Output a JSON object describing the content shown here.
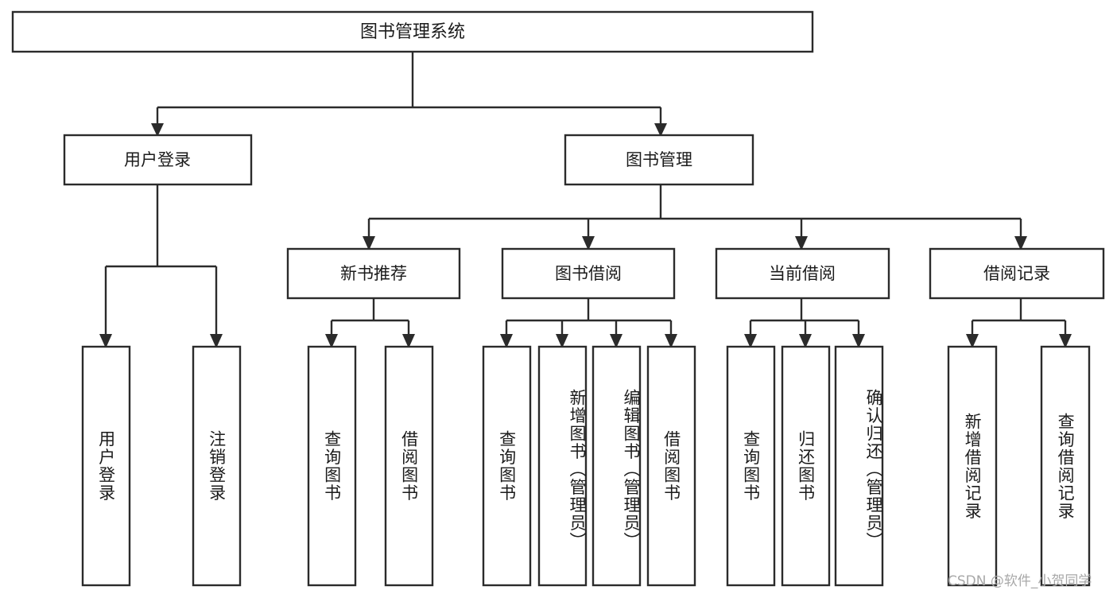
{
  "diagram": {
    "type": "tree",
    "title": "图书管理系统",
    "root": {
      "id": "root",
      "label": "图书管理系统",
      "orientation": "horizontal"
    },
    "level2": [
      {
        "id": "user-login",
        "label": "用户登录",
        "orientation": "horizontal"
      },
      {
        "id": "book-management",
        "label": "图书管理",
        "orientation": "horizontal"
      }
    ],
    "level3": [
      {
        "id": "new-book-recommend",
        "label": "新书推荐",
        "orientation": "horizontal",
        "parent": "book-management"
      },
      {
        "id": "book-borrow",
        "label": "图书借阅",
        "orientation": "horizontal",
        "parent": "book-management"
      },
      {
        "id": "current-borrow",
        "label": "当前借阅",
        "orientation": "horizontal",
        "parent": "book-management"
      },
      {
        "id": "borrow-record",
        "label": "借阅记录",
        "orientation": "horizontal",
        "parent": "book-management"
      }
    ],
    "leaves": [
      {
        "id": "leaf-user-login",
        "label": "用户登录",
        "orientation": "vertical",
        "parent": "user-login"
      },
      {
        "id": "leaf-logout",
        "label": "注销登录",
        "orientation": "vertical",
        "parent": "user-login"
      },
      {
        "id": "leaf-query-book-1",
        "label": "查询图书",
        "orientation": "vertical",
        "parent": "new-book-recommend"
      },
      {
        "id": "leaf-borrow-book-1",
        "label": "借阅图书",
        "orientation": "vertical",
        "parent": "new-book-recommend"
      },
      {
        "id": "leaf-query-book-2",
        "label": "查询图书",
        "orientation": "vertical",
        "parent": "book-borrow"
      },
      {
        "id": "leaf-add-book",
        "label": "新增图书（管理员）",
        "orientation": "vertical",
        "parent": "book-borrow"
      },
      {
        "id": "leaf-edit-book",
        "label": "编辑图书（管理员）",
        "orientation": "vertical",
        "parent": "book-borrow"
      },
      {
        "id": "leaf-borrow-book-2",
        "label": "借阅图书",
        "orientation": "vertical",
        "parent": "book-borrow"
      },
      {
        "id": "leaf-query-book-3",
        "label": "查询图书",
        "orientation": "vertical",
        "parent": "current-borrow"
      },
      {
        "id": "leaf-return-book",
        "label": "归还图书",
        "orientation": "vertical",
        "parent": "current-borrow"
      },
      {
        "id": "leaf-confirm-return",
        "label": "确认归还（管理员）",
        "orientation": "vertical",
        "parent": "current-borrow"
      },
      {
        "id": "leaf-add-record",
        "label": "新增借阅记录",
        "orientation": "vertical",
        "parent": "borrow-record"
      },
      {
        "id": "leaf-query-record",
        "label": "查询借阅记录",
        "orientation": "vertical",
        "parent": "borrow-record"
      }
    ],
    "colors": {
      "stroke": "#2b2b2b",
      "fill": "#ffffff",
      "text": "#1b1b1b",
      "background": "#ffffff",
      "watermark": "#a8a8a8"
    }
  },
  "watermark": {
    "text": "CSDN @软件_小贺同学"
  }
}
